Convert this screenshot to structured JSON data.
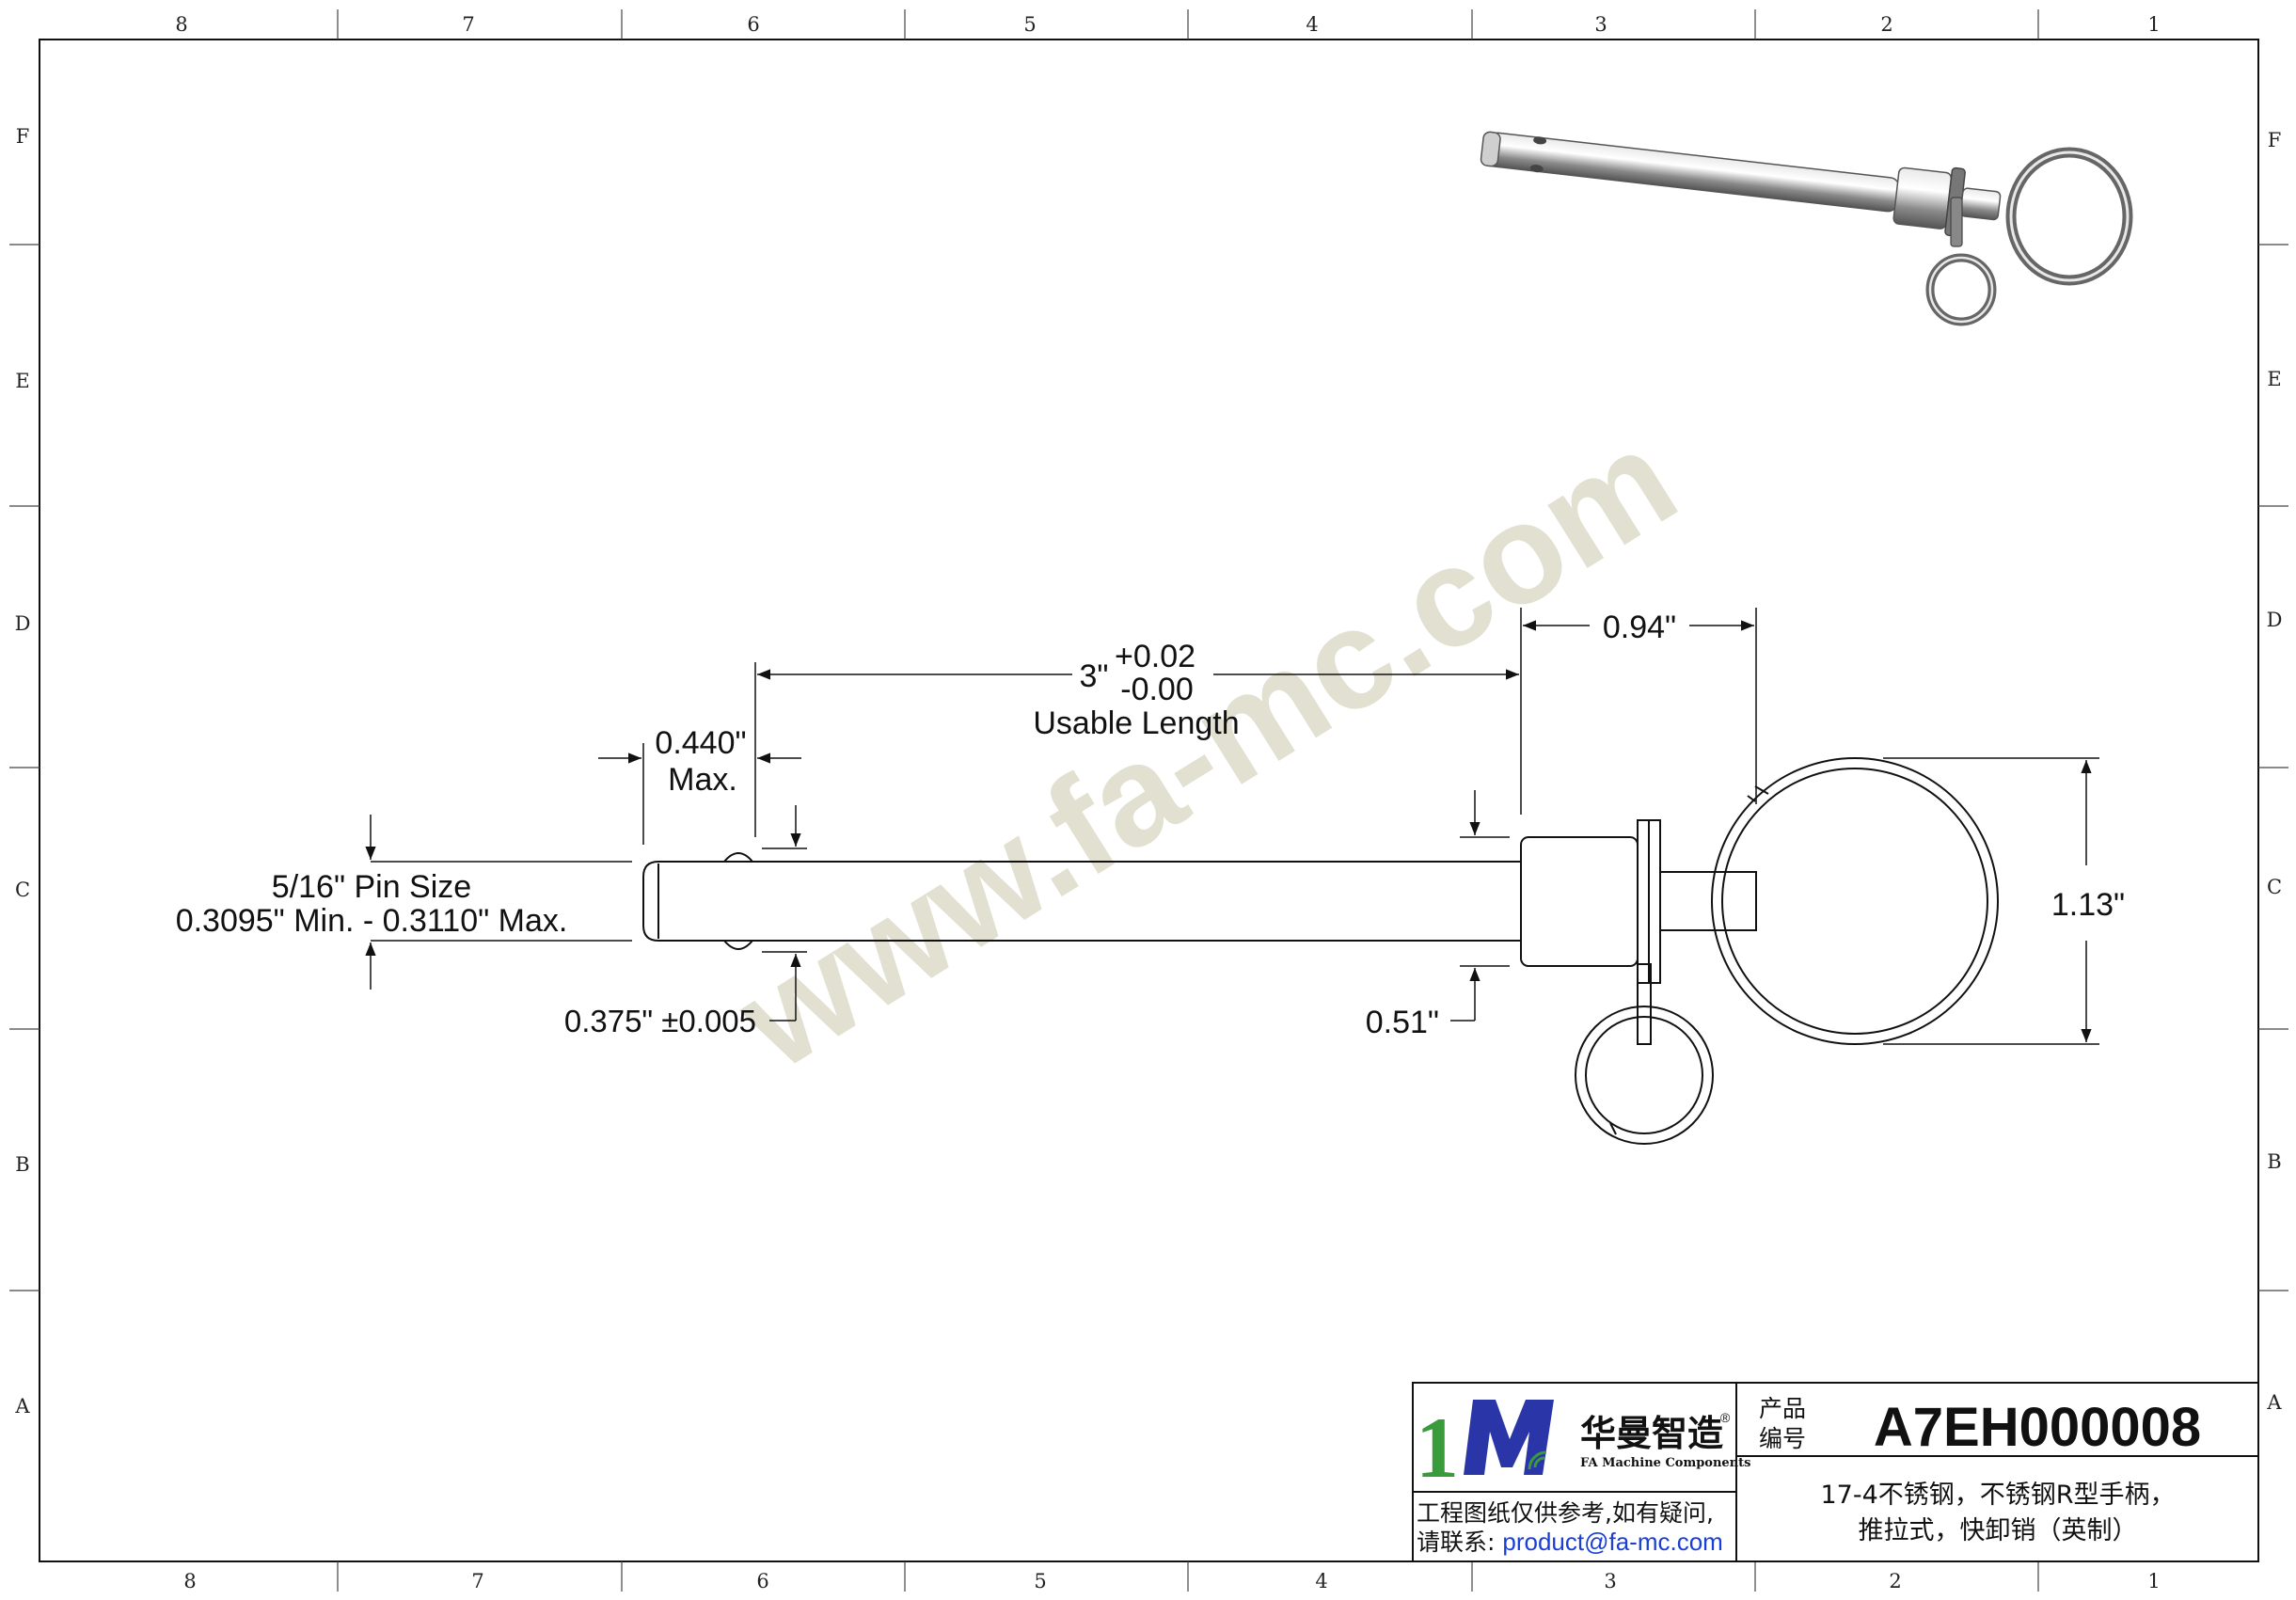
{
  "frame": {
    "columns": [
      "8",
      "7",
      "6",
      "5",
      "4",
      "3",
      "2",
      "1"
    ],
    "rows": [
      "F",
      "E",
      "D",
      "C",
      "B",
      "A"
    ]
  },
  "watermark": "www.fa-mc.com",
  "dimensions": {
    "usable_length_value": "3\"",
    "usable_length_tol_plus": "+0.02",
    "usable_length_tol_minus": "-0.00",
    "usable_length_label": "Usable Length",
    "handle_offset": "0.94\"",
    "tip_length_value": "0.440\"",
    "tip_length_note": "Max.",
    "pin_size_line1": "5/16\" Pin Size",
    "pin_size_line2": "0.3095\" Min. - 0.3110\" Max.",
    "ball_diameter": "0.375\" ±0.005",
    "collar_diameter": "0.51\"",
    "ring_diameter": "1.13\""
  },
  "title_block": {
    "logo_text": "1M",
    "company_cn": "华曼智造",
    "registered": "®",
    "company_en": "FA Machine Components",
    "note_line1": "工程图纸仅供参考,如有疑问,",
    "note_line2_prefix": "请联系: ",
    "contact_email": "product@fa-mc.com",
    "product_label_line1": "产品",
    "product_label_line2": "编号",
    "product_number": "A7EH000008",
    "description_line1": "17-4不锈钢，不锈钢R型手柄，",
    "description_line2": "推拉式，快卸销（英制）"
  },
  "colors": {
    "line": "#111111",
    "watermark": "#d9d7c2",
    "logo_green": "#3a9b3a",
    "logo_blue": "#2a35a8",
    "email_blue": "#1a3fd6"
  }
}
